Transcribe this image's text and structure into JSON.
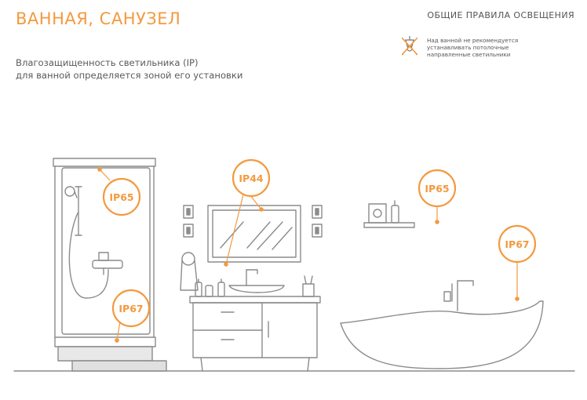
{
  "header": {
    "title": "ВАННАЯ, САНУЗЕЛ",
    "subtitle_line1": "Влагозащищенность светильника (IP)",
    "subtitle_line2": "для ванной определяется зоной его установки"
  },
  "rules": {
    "heading": "ОБЩИЕ ПРАВИЛА ОСВЕЩЕНИЯ",
    "icon": "crossed-ceiling-lamp-icon",
    "rule_line1": "Над ванной не рекомендуется",
    "rule_line2": "устанавливать потолочные",
    "rule_line3": "направленные светильники"
  },
  "zones": {
    "shower_top": "IP65",
    "shower_bottom": "IP67",
    "mirror": "IP44",
    "wall_shelf": "IP65",
    "bathtub": "IP67"
  },
  "colors": {
    "accent": "#f39a3f",
    "line": "#8c8c8c",
    "text": "#555555"
  }
}
